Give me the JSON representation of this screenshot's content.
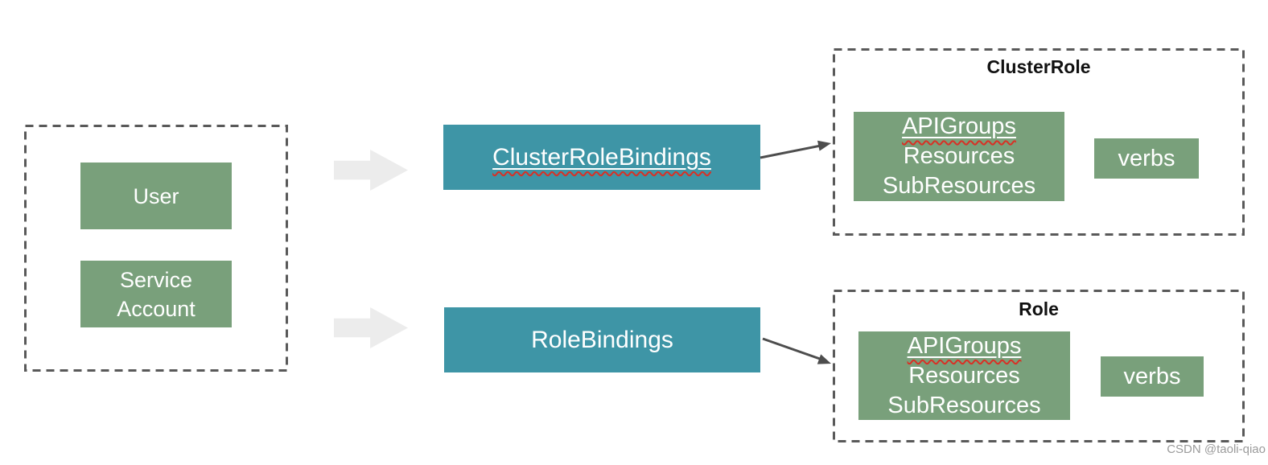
{
  "colors": {
    "box_green": "#79A07B",
    "box_teal": "#3E95A6",
    "dashed_border": "#595959",
    "block_arrow_gray": "#ECECEC",
    "connector_arrow": "#4D4D4D",
    "label_text": "#FFFFFF",
    "title_text": "#111111",
    "spellcheck_red": "#D93025",
    "watermark_gray": "#9B9B9B"
  },
  "subjects": {
    "user": "User",
    "service_account": "Service Account"
  },
  "bindings": {
    "cluster": "ClusterRoleBindings",
    "namespaced": "RoleBindings"
  },
  "cluster_role": {
    "title": "ClusterRole",
    "rules": [
      "APIGroups",
      "Resources",
      "SubResources"
    ],
    "verbs": "verbs"
  },
  "role": {
    "title": "Role",
    "rules": [
      "APIGroups",
      "Resources",
      "SubResources"
    ],
    "verbs": "verbs"
  },
  "watermark": "CSDN @taoli-qiao"
}
